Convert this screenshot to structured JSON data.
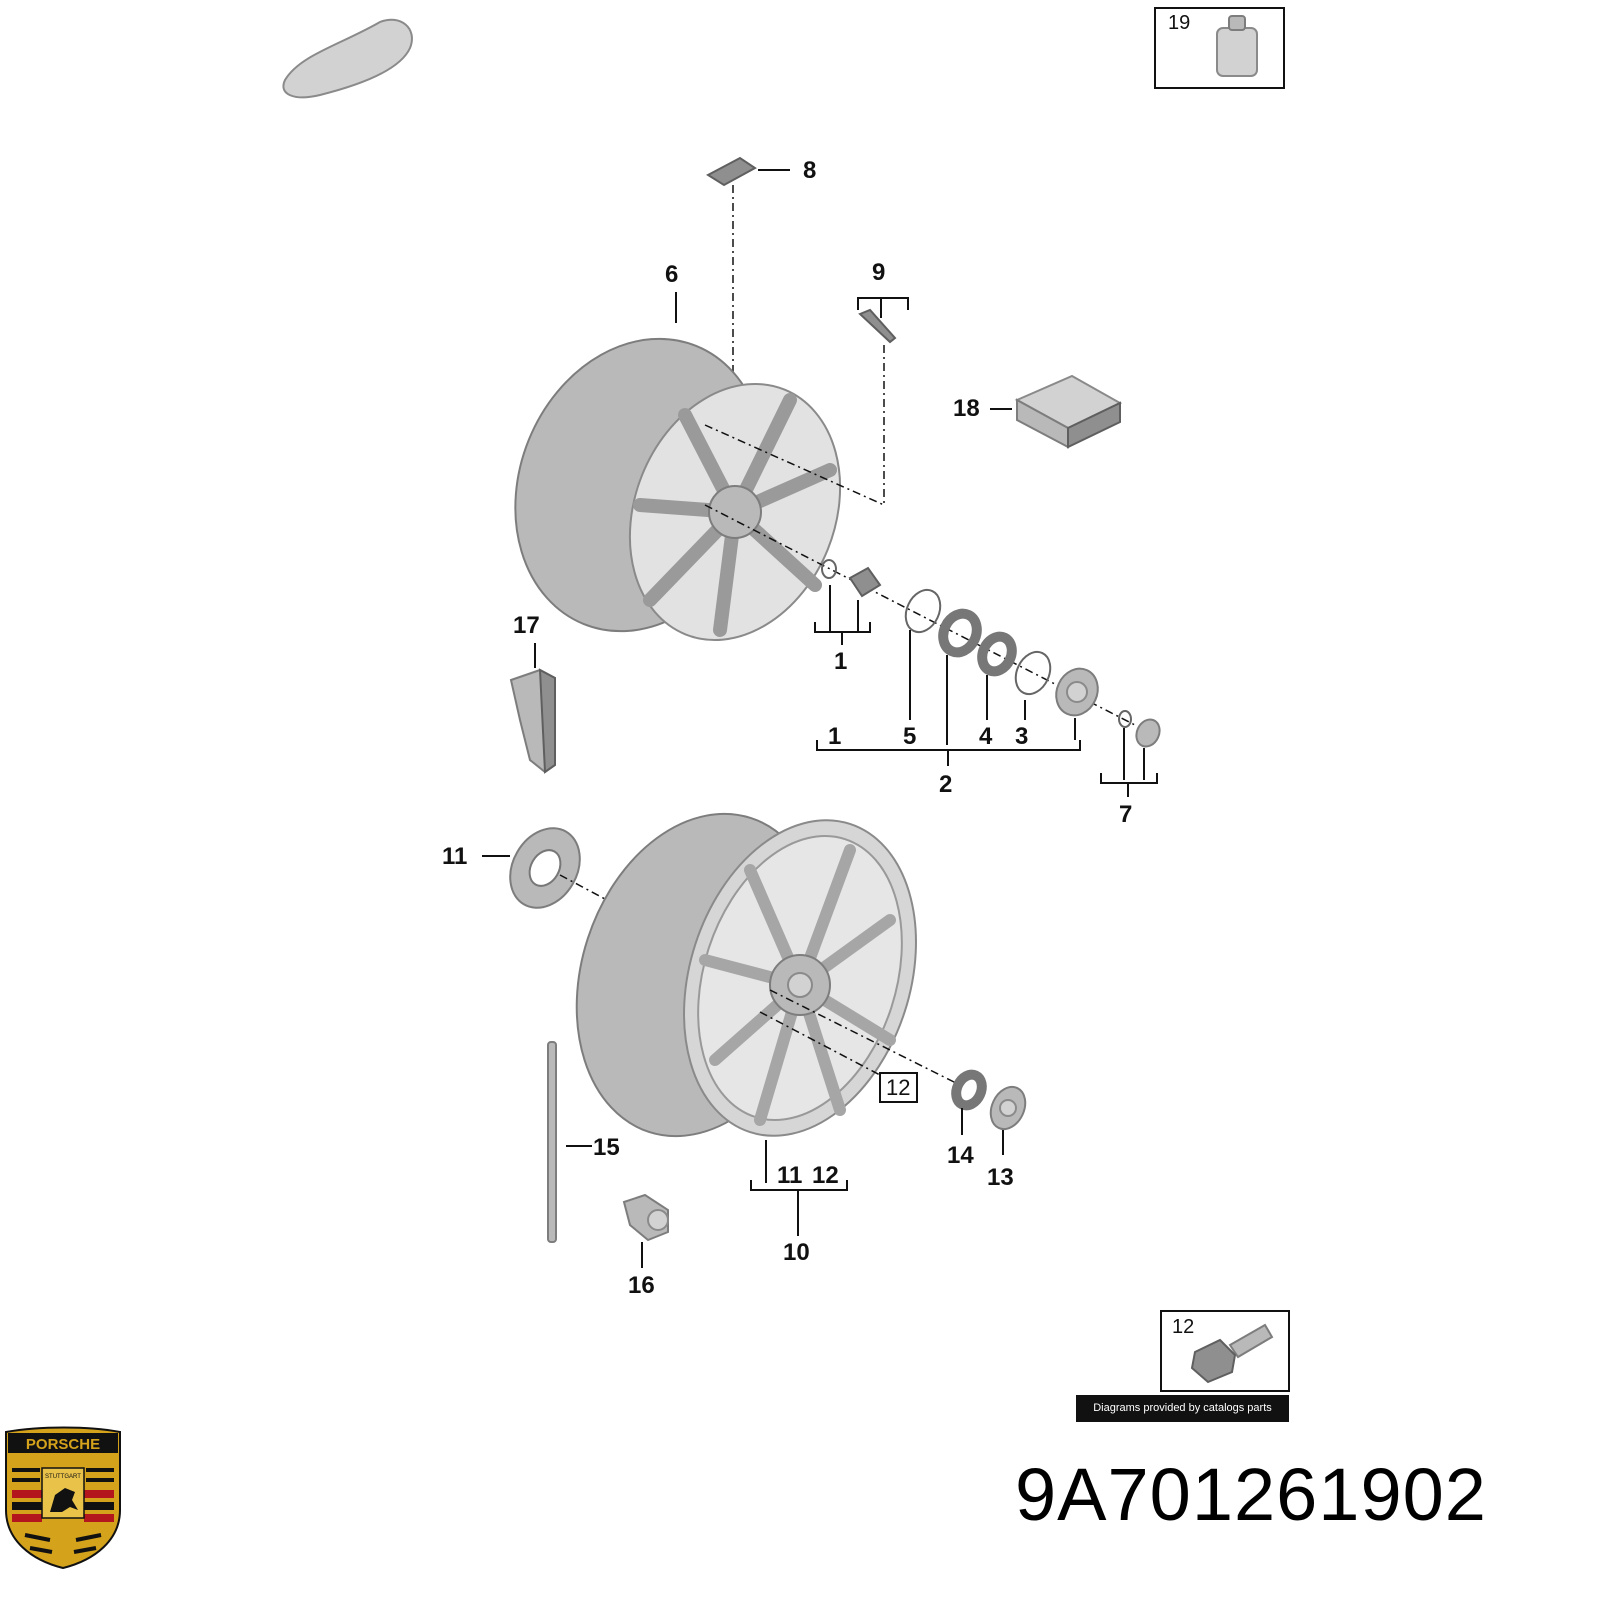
{
  "callouts": {
    "c1a": "1",
    "c1b": "1",
    "c2": "2",
    "c3": "3",
    "c4": "4",
    "c5": "5",
    "c6": "6",
    "c7": "7",
    "c8": "8",
    "c9": "9",
    "c10": "10",
    "c11": "11",
    "c11b": "11",
    "c12b": "12",
    "c12box": "12",
    "c13": "13",
    "c14": "14",
    "c15": "15",
    "c16": "16",
    "c17": "17",
    "c18": "18"
  },
  "insets": {
    "top_right_label": "19",
    "bottom_right_label": "12"
  },
  "footer": {
    "provided_by": "Diagrams provided by catalogs parts"
  },
  "logo": {
    "brand_text": "PORSCHE",
    "city_text": "STUTTGART"
  },
  "part_number": "9A701261902",
  "colors": {
    "part_fill": "#b9b9b9",
    "banner_bg": "#111111",
    "logo_gold": "#d4a21b",
    "logo_red": "#b3161c"
  }
}
